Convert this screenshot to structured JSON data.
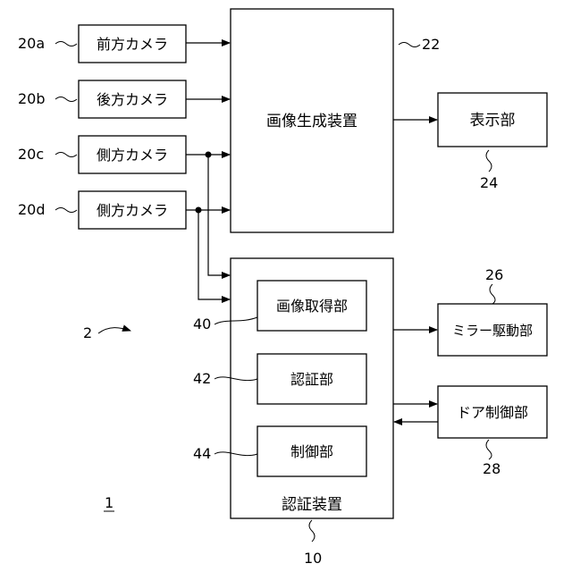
{
  "cameras": [
    {
      "ref": "20a",
      "label": "前方カメラ"
    },
    {
      "ref": "20b",
      "label": "後方カメラ"
    },
    {
      "ref": "20c",
      "label": "側方カメラ"
    },
    {
      "ref": "20d",
      "label": "側方カメラ"
    }
  ],
  "image_generator": {
    "ref": "22",
    "label": "画像生成装置"
  },
  "display": {
    "ref": "24",
    "label": "表示部"
  },
  "auth_device": {
    "ref": "10",
    "label": "認証装置",
    "units": [
      {
        "ref": "40",
        "label": "画像取得部"
      },
      {
        "ref": "42",
        "label": "認証部"
      },
      {
        "ref": "44",
        "label": "制御部"
      }
    ]
  },
  "mirror_drive": {
    "ref": "26",
    "label": "ミラー駆動部"
  },
  "door_control": {
    "ref": "28",
    "label": "ドア制御部"
  },
  "system_ref": "2",
  "figure_ref": "1"
}
